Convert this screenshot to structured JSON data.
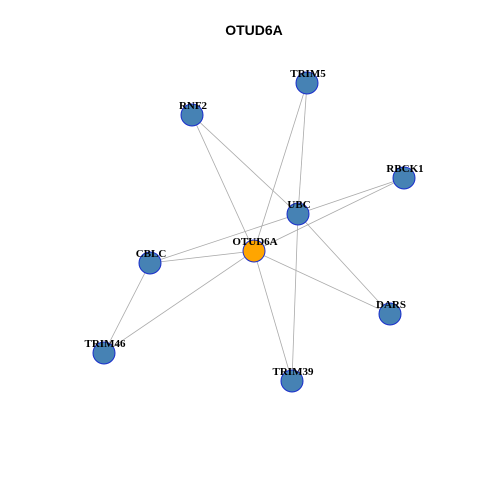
{
  "title": "OTUD6A",
  "colors": {
    "background": "#ffffff",
    "node_default": "#4682b4",
    "node_center": "#ffa500",
    "node_border": "#1a2ecc",
    "edge": "#aaaaaa"
  },
  "nodes": [
    {
      "id": "OTUD6A",
      "label": "OTUD6A",
      "center": true
    },
    {
      "id": "TRIM5",
      "label": "TRIM5"
    },
    {
      "id": "RNF2",
      "label": "RNF2"
    },
    {
      "id": "RBCK1",
      "label": "RBCK1"
    },
    {
      "id": "UBC",
      "label": "UBC"
    },
    {
      "id": "CBLC",
      "label": "CBLC"
    },
    {
      "id": "DARS",
      "label": "DARS"
    },
    {
      "id": "TRIM46",
      "label": "TRIM46"
    },
    {
      "id": "TRIM39",
      "label": "TRIM39"
    }
  ],
  "edges": [
    [
      "OTUD6A",
      "TRIM5"
    ],
    [
      "OTUD6A",
      "RNF2"
    ],
    [
      "OTUD6A",
      "RBCK1"
    ],
    [
      "OTUD6A",
      "CBLC"
    ],
    [
      "OTUD6A",
      "DARS"
    ],
    [
      "OTUD6A",
      "TRIM46"
    ],
    [
      "OTUD6A",
      "TRIM39"
    ],
    [
      "UBC",
      "TRIM5"
    ],
    [
      "UBC",
      "RNF2"
    ],
    [
      "UBC",
      "RBCK1"
    ],
    [
      "UBC",
      "CBLC"
    ],
    [
      "UBC",
      "DARS"
    ],
    [
      "UBC",
      "TRIM39"
    ],
    [
      "CBLC",
      "TRIM46"
    ]
  ]
}
